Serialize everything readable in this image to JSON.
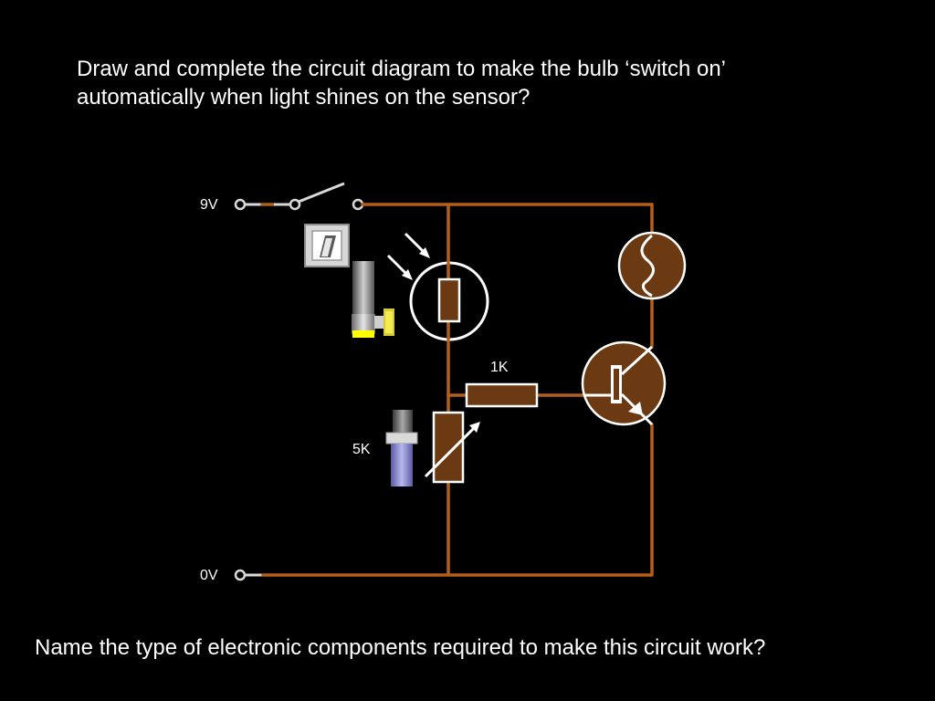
{
  "slide": {
    "question_1_line_1": "Draw and complete the circuit diagram to make the bulb ‘switch on’",
    "question_1_line_2": "automatically when light shines on the sensor?",
    "question_2": "Name the type of electronic components required to make this circuit work?"
  },
  "circuit": {
    "supply_positive_label": "9V",
    "supply_ground_label": "0V",
    "fixed_resistor_label": "1K",
    "variable_resistor_label": "5K",
    "icons": [
      "switch-toggle-icon",
      "torch-icon",
      "light-arrows-icon",
      "ldr-icon",
      "bulb-icon",
      "transistor-icon",
      "resistor-icon",
      "variable-resistor-icon",
      "slider-knob-icon"
    ]
  },
  "colors": {
    "background": "#000000",
    "text": "#ffffff",
    "wire": "#b25f1c",
    "component_fill": "#6b3a12",
    "component_outline": "#ffffff"
  }
}
